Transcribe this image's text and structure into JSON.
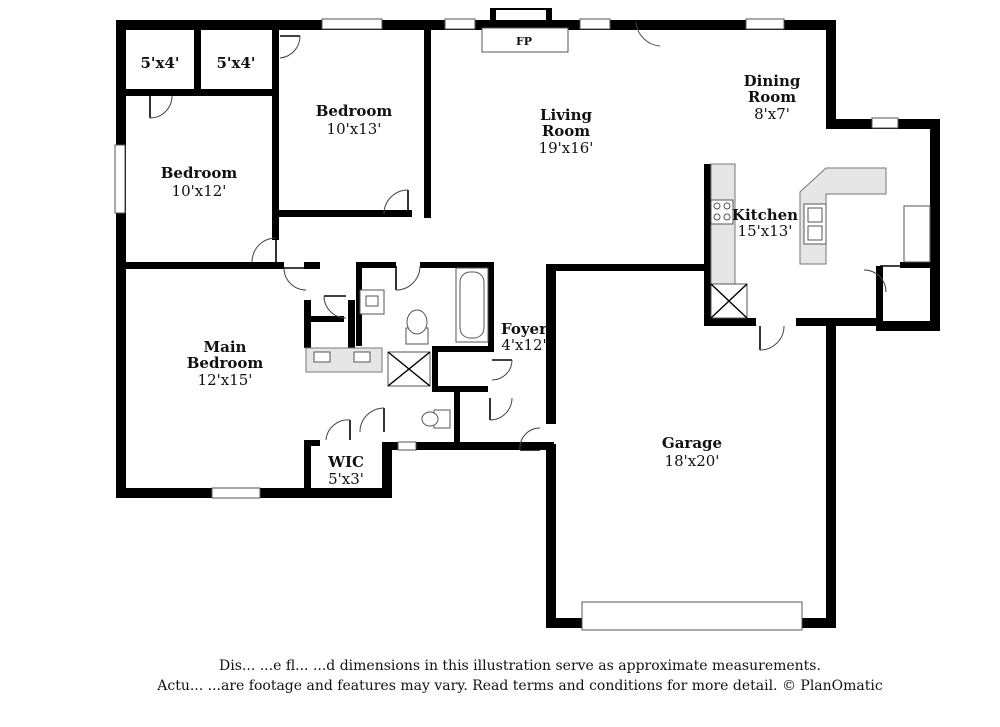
{
  "rooms": {
    "closet_a": {
      "dims": "5'x4'"
    },
    "closet_b": {
      "dims": "5'x4'"
    },
    "bedroom_top": {
      "name": "Bedroom",
      "dims": "10'x13'"
    },
    "bedroom_left": {
      "name": "Bedroom",
      "dims": "10'x12'"
    },
    "living": {
      "name_line1": "Living",
      "name_line2": "Room",
      "dims": "19'x16'"
    },
    "dining": {
      "name_line1": "Dining",
      "name_line2": "Room",
      "dims": "8'x7'"
    },
    "kitchen": {
      "name": "Kitchen",
      "dims": "15'x13'"
    },
    "main_bedroom": {
      "name_line1": "Main",
      "name_line2": "Bedroom",
      "dims": "12'x15'"
    },
    "foyer": {
      "name": "Foyer",
      "dims": "4'x12'"
    },
    "wic": {
      "name": "WIC",
      "dims": "5'x3'"
    },
    "garage": {
      "name": "Garage",
      "dims": "18'x20'"
    }
  },
  "fireplace": {
    "label": "FP"
  },
  "disclaimer": {
    "line1": "Dis... ...e fl... ...d dimensions in this illustration serve as approximate measurements.",
    "line2": "Actu... ...are footage and features may vary. Read terms and conditions for more detail. © PlanOmatic"
  }
}
